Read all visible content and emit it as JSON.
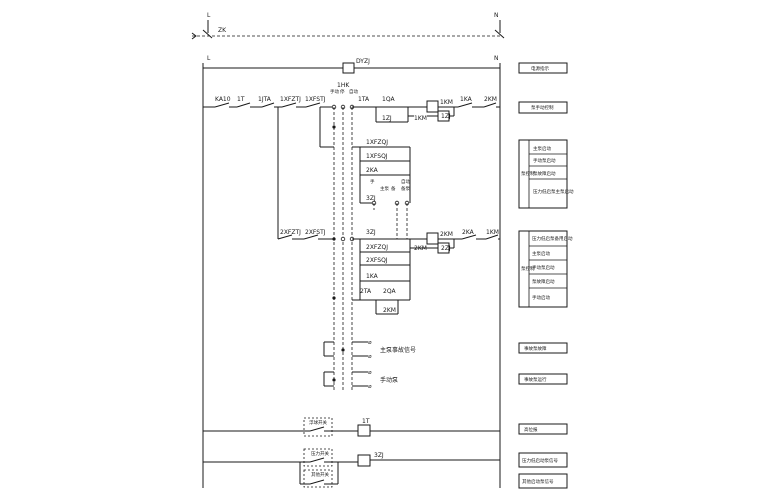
{
  "rails": {
    "left": "L",
    "right": "N",
    "breaker": "ZK"
  },
  "components": {
    "DYZJ": "DYZJ",
    "TK1": "1HK",
    "KA10": "KA10",
    "T1": "1T",
    "JTA1": "1JTA",
    "XFZTJ1": "1XFZTJ",
    "XFSTJ1": "1XFSTJ",
    "TA1": "1TA",
    "QA1": "1QA",
    "ZJ1": "1ZJ",
    "KM1_coil": "1KM",
    "KM1_contact": "1KM",
    "KA1": "1KA",
    "KM2_a": "2KM",
    "ZJ1_box": "1ZJ",
    "XFZQJ1": "1XFZQJ",
    "XFSQJ1": "1XFSQJ",
    "KA2": "2KA",
    "ZJ3": "3ZJ",
    "XFZTJ2": "2XFZTJ",
    "XFSTJ2": "2XFSTJ",
    "ZJ3b": "3ZJ",
    "XFZQJ2": "2XFZQJ",
    "XFSQJ2": "2XFSQJ",
    "KA1b": "1KA",
    "TA2": "2TA",
    "QA2": "2QA",
    "KM2_b": "2KM",
    "KM2_coil": "2KM",
    "KM2_contact": "2KM",
    "ZJ2_box": "2ZJ",
    "KA2b": "2KA",
    "KM1_b": "1KM",
    "T1b": "1T",
    "ZJ3c": "3ZJ"
  },
  "switch_positions": {
    "manual": "手动",
    "stop": "停",
    "auto": "自动",
    "sw2_a": "手",
    "sw2_b": "主泵",
    "sw2_c": "备",
    "sw2_d": "自动",
    "sw2_e": "备泵"
  },
  "circuit_notes": {
    "fault_signal": "主泵事故信号",
    "run_signal": "手动泵",
    "float_switch": "浮球开关",
    "pressure_switch": "压力开关",
    "other_switch": "其他开关"
  },
  "side_labels": {
    "power": "电源指示",
    "main_control": "泵手动控制",
    "group1_title": "泵控制",
    "group1_items": [
      "主泵启动",
      "手动泵启动",
      "泵故障启动",
      "压力低启泵主泵启动"
    ],
    "group2_title": "泵控制",
    "group2_items": [
      "压力低启泵备用启动",
      "主泵启动",
      "手动泵启动",
      "泵故障启动",
      "手动启动"
    ],
    "fault_ind": "事故泵故障",
    "run_ind": "事故泵运行",
    "float": "高位报",
    "pressure": "压力低启动泵信号",
    "other": "其他启动泵信号"
  }
}
